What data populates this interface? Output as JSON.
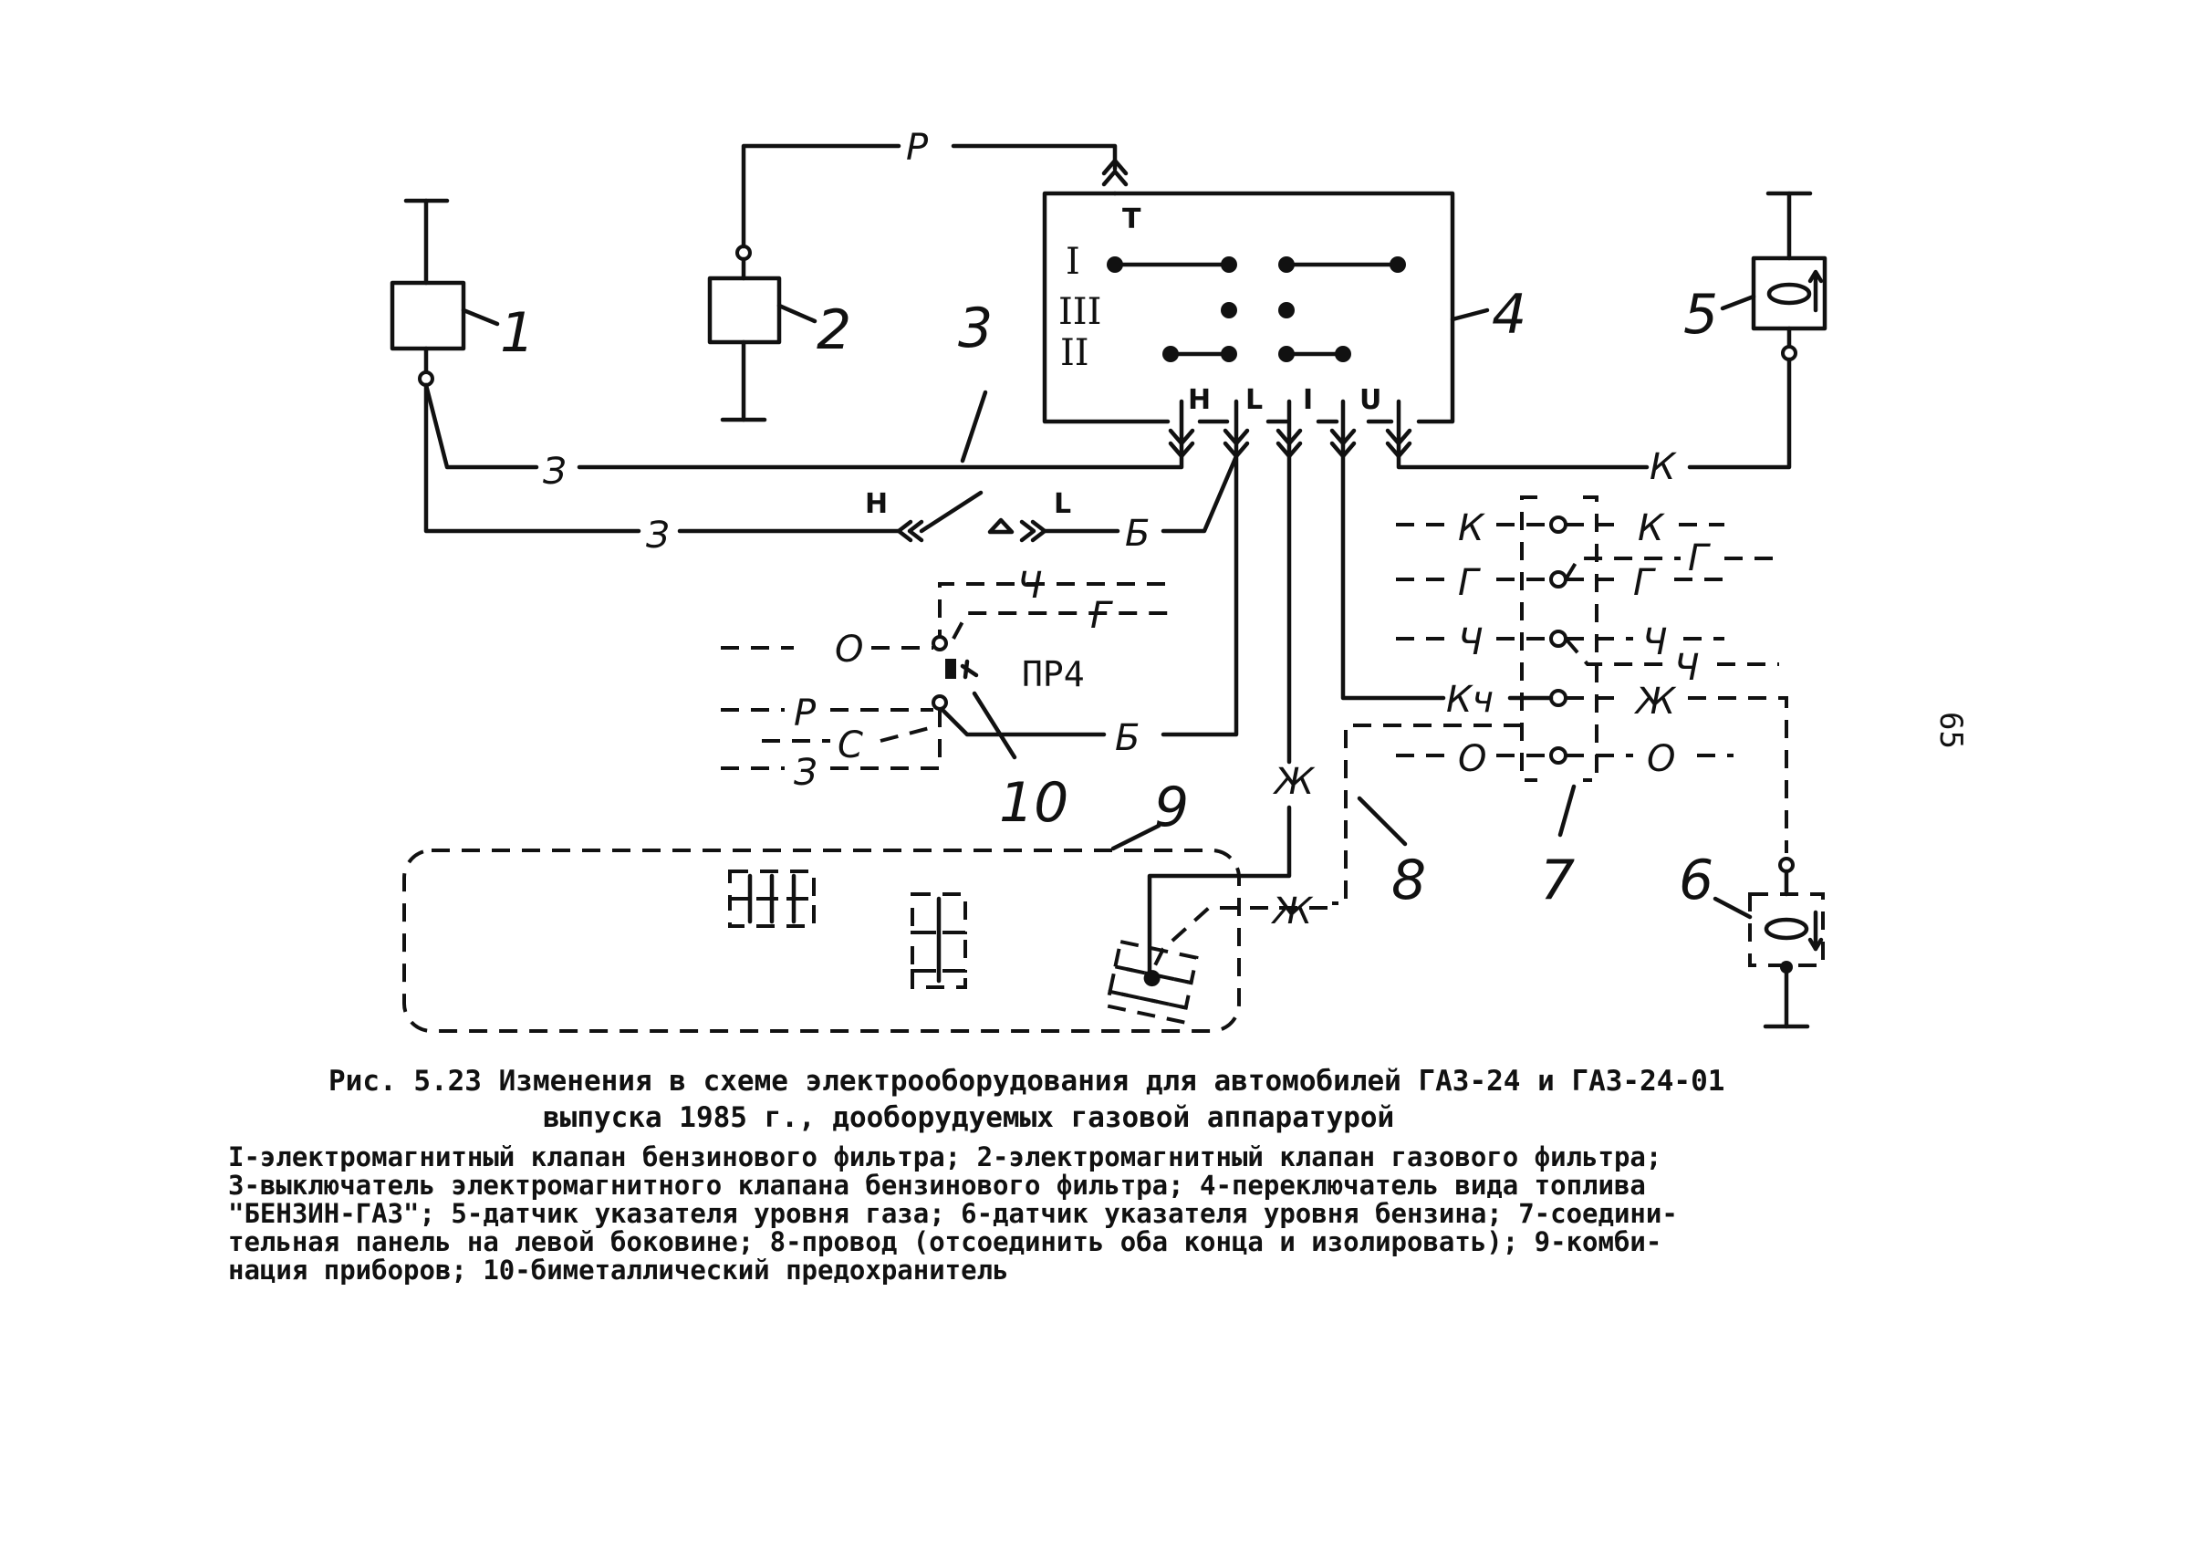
{
  "components": {
    "c1": "1",
    "c2": "2",
    "c3": "3",
    "c4": "4",
    "c5": "5",
    "c6": "6",
    "c7": "7",
    "c8": "8",
    "c9": "9",
    "c10": "10"
  },
  "switch4": {
    "terminal_t": "T",
    "row_i": "I",
    "row_iii": "III",
    "row_ii": "II",
    "terminals": [
      "H",
      "L",
      "I",
      "U"
    ]
  },
  "wires": {
    "r": "Р",
    "z1": "З",
    "z2": "З",
    "b1": "Б",
    "b2": "Б",
    "k_top": "К",
    "zh_vert": "Ж",
    "zh_gauge": "Ж",
    "switch3_h": "Н",
    "switch3_l": "L"
  },
  "fuse": {
    "label": "ПР4",
    "ch": "Ч",
    "g": "Г",
    "o": "О",
    "r": "Р",
    "s": "С",
    "z": "З"
  },
  "panel7": {
    "left": [
      "К",
      "Г",
      "Ч",
      "Кч",
      "О"
    ],
    "right": [
      "К",
      "Г",
      "Ч",
      "Г",
      "Ч",
      "Ж",
      "О"
    ]
  },
  "caption": {
    "title": "Рис. 5.23  Изменения в схеме электрооборудования для автомобилей ГАЗ-24 и ГАЗ-24-01",
    "subtitle": "выпуска 1985 г., дооборудуемых газовой аппаратурой",
    "legend": "I-электромагнитный клапан бензинового фильтра; 2-электромагнитный клапан газового фильтра;\n3-выключатель электромагнитного клапана бензинового фильтра; 4-переключатель вида топлива\n\"БЕНЗИН-ГАЗ\"; 5-датчик указателя уровня газа; 6-датчик указателя уровня бензина; 7-соедини-\nтельная панель на левой боковине; 8-провод (отсоединить оба конца и изолировать); 9-комби-\nнация приборов; 10-биметаллический предохранитель"
  },
  "page_number": "65"
}
